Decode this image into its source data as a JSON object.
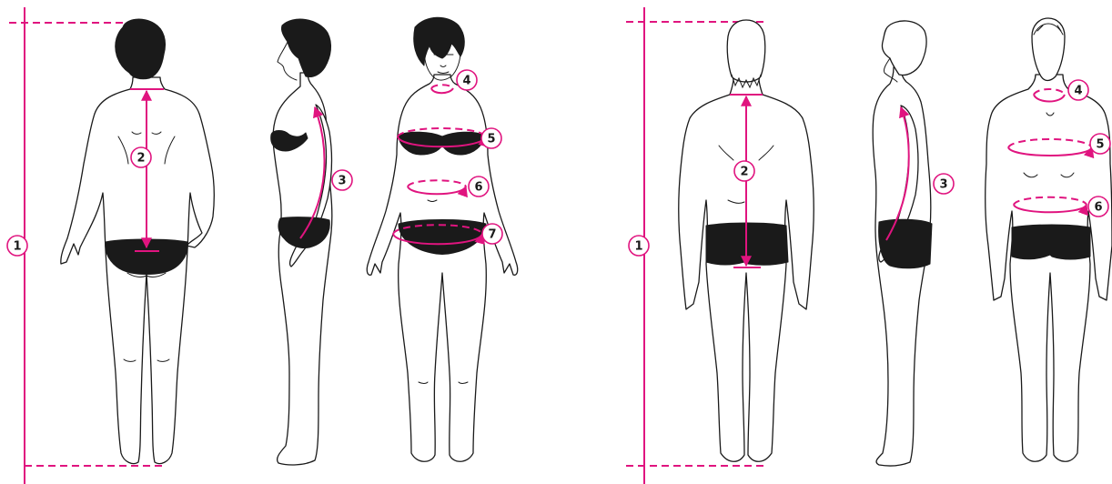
{
  "colors": {
    "measure": "#e0147f",
    "outline": "#1a1a1a",
    "background": "#ffffff"
  },
  "diagram": {
    "female": {
      "badges": {
        "height": "1",
        "back_length": "2",
        "sleeve_length": "3",
        "neck": "4",
        "bust": "5",
        "waist": "6",
        "hips": "7"
      }
    },
    "male": {
      "badges": {
        "height": "1",
        "back_length": "2",
        "sleeve_length": "3",
        "neck": "4",
        "chest": "5",
        "waist": "6"
      }
    }
  }
}
